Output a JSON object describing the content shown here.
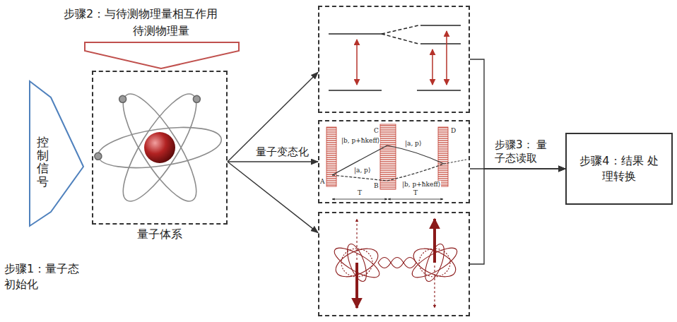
{
  "diagram": {
    "nodes": [
      {
        "text": [
          "量子体系"
        ]
      },
      {
        "text": []
      },
      {
        "text": []
      },
      {
        "text": []
      },
      {
        "text": [
          "步骤4：结果 处理转换"
        ]
      }
    ],
    "edges": [
      {
        "from": 0,
        "to": 1,
        "arrow": "to"
      },
      {
        "from": 0,
        "to": 2,
        "arrow": "to",
        "label": "量子变态化"
      },
      {
        "from": 0,
        "to": 3,
        "arrow": "to"
      },
      {
        "from": 1,
        "to": 4,
        "arrow": "to"
      },
      {
        "from": 2,
        "to": 4,
        "arrow": "to",
        "label": "步骤3： 量子态读取"
      },
      {
        "from": 3,
        "to": 4,
        "arrow": "to"
      }
    ],
    "labels": [
      "步骤2：与待测物理量相互作用",
      "待测物理量",
      "控制信号",
      "步骤1：量子态 初始化",
      "|b, p+ħkeff⟩",
      "|a, p⟩",
      "|a, p⟩",
      "|b, p+ħkeff⟩",
      "T",
      "T",
      "A",
      "C",
      "B",
      "D"
    ]
  }
}
